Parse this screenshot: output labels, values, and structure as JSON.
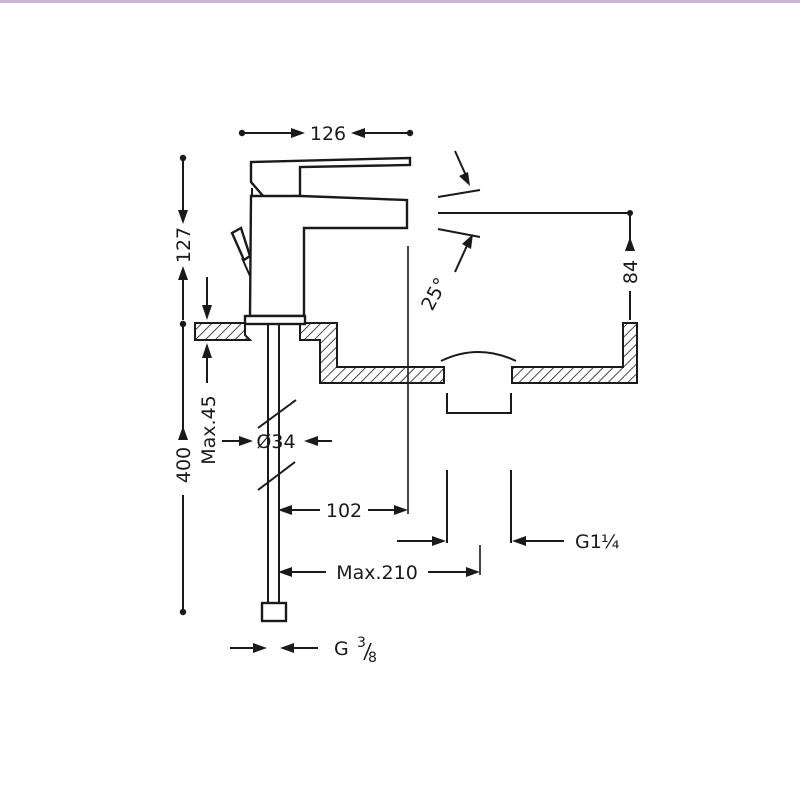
{
  "dimensions": {
    "width_top": "126",
    "height_upper": "127",
    "height_total": "400",
    "max_thickness": "Max.45",
    "diameter": "Ø34",
    "spout_reach": "102",
    "max_reach": "Max.210",
    "spout_height": "84",
    "angle": "25°",
    "waste_connection": {
      "main": "G1",
      "fraction": "¼"
    },
    "supply_connection": {
      "main": "G",
      "fraction_num": "3",
      "fraction_den": "8"
    }
  },
  "colors": {
    "line": "#1a1a1a",
    "frame_accent": "#c8b8dc",
    "background": "#ffffff"
  }
}
